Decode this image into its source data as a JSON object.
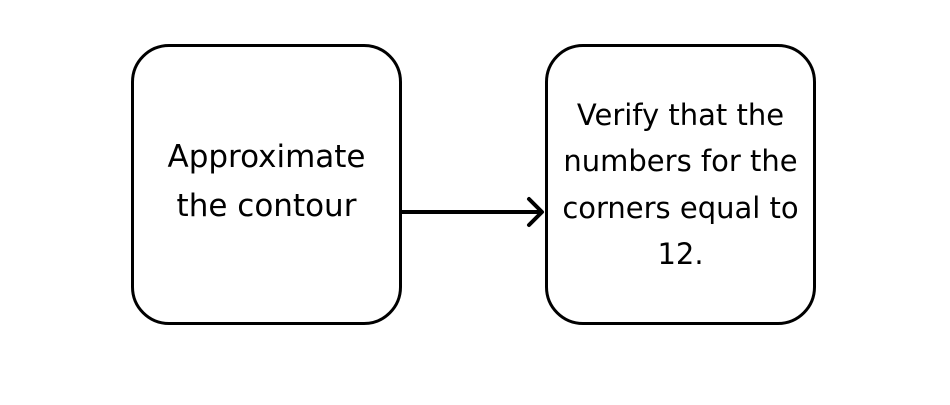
{
  "diagram": {
    "nodes": [
      {
        "id": "approximate",
        "label": "Approximate\nthe contour"
      },
      {
        "id": "verify",
        "label": "Verify that the\nnumbers for the\ncorners equal to\n12."
      }
    ],
    "edges": [
      {
        "from": "approximate",
        "to": "verify"
      }
    ]
  },
  "colors": {
    "stroke": "#000000",
    "background": "#ffffff"
  }
}
